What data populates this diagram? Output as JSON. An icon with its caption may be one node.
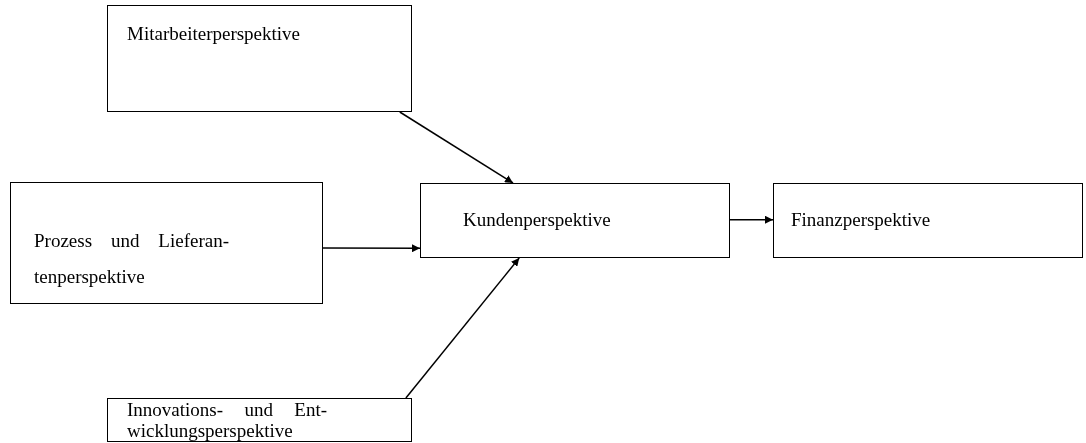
{
  "diagram": {
    "nodes": [
      {
        "text": [
          "Mitarbeiterperspektive"
        ]
      },
      {
        "text": [
          "Prozess und Lieferan- tenperspektive"
        ]
      },
      {
        "text": [
          "Kundenperspektive"
        ]
      },
      {
        "text": [
          "Finanzperspektive"
        ]
      },
      {
        "text": [
          "Innovations- und Ent- wicklungsperspektive"
        ]
      }
    ],
    "edges": [
      {
        "from": 0,
        "to": 2,
        "arrow": "to"
      },
      {
        "from": 1,
        "to": 2,
        "arrow": "to"
      },
      {
        "from": 4,
        "to": 2,
        "arrow": "to"
      },
      {
        "from": 2,
        "to": 3,
        "arrow": "to"
      }
    ]
  }
}
